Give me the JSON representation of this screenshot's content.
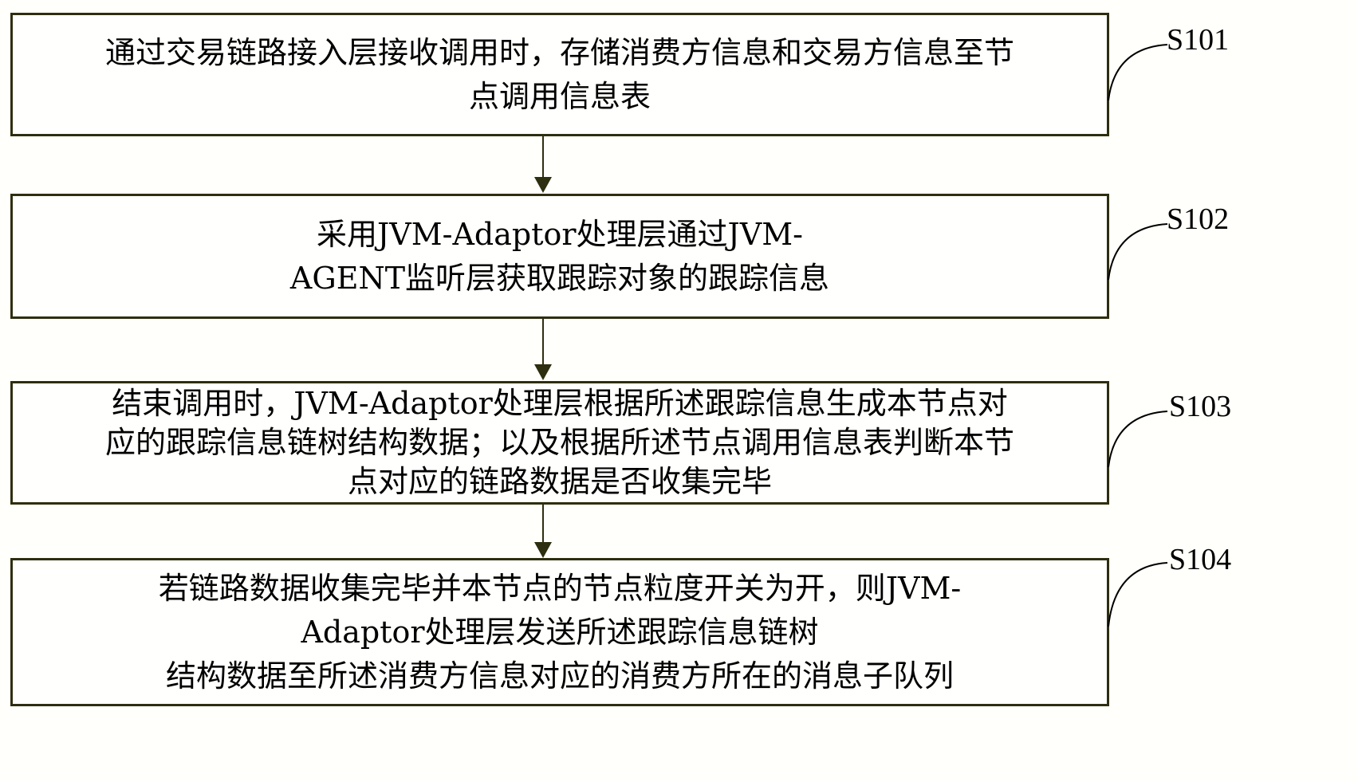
{
  "diagram": {
    "type": "flowchart",
    "steps": [
      {
        "id": "S101",
        "lines": [
          "通过交易链路接入层接收调用时，存储消费方信息和交易方信息至节",
          "点调用信息表"
        ]
      },
      {
        "id": "S102",
        "lines": [
          "采用JVM-Adaptor处理层通过JVM-",
          "AGENT监听层获取跟踪对象的跟踪信息"
        ]
      },
      {
        "id": "S103",
        "lines": [
          "结束调用时，JVM-Adaptor处理层根据所述跟踪信息生成本节点对",
          "应的跟踪信息链树结构数据；以及根据所述节点调用信息表判断本节",
          "点对应的链路数据是否收集完毕"
        ]
      },
      {
        "id": "S104",
        "lines": [
          "若链路数据收集完毕并本节点的节点粒度开关为开，则JVM-",
          "Adaptor处理层发送所述跟踪信息链树",
          "结构数据至所述消费方信息对应的消费方所在的消息子队列"
        ]
      }
    ],
    "edges": [
      [
        "S101",
        "S102"
      ],
      [
        "S102",
        "S103"
      ],
      [
        "S103",
        "S104"
      ]
    ],
    "colors": {
      "border": "#2e2e10",
      "background": "#fffffb",
      "text": "#000000"
    }
  }
}
